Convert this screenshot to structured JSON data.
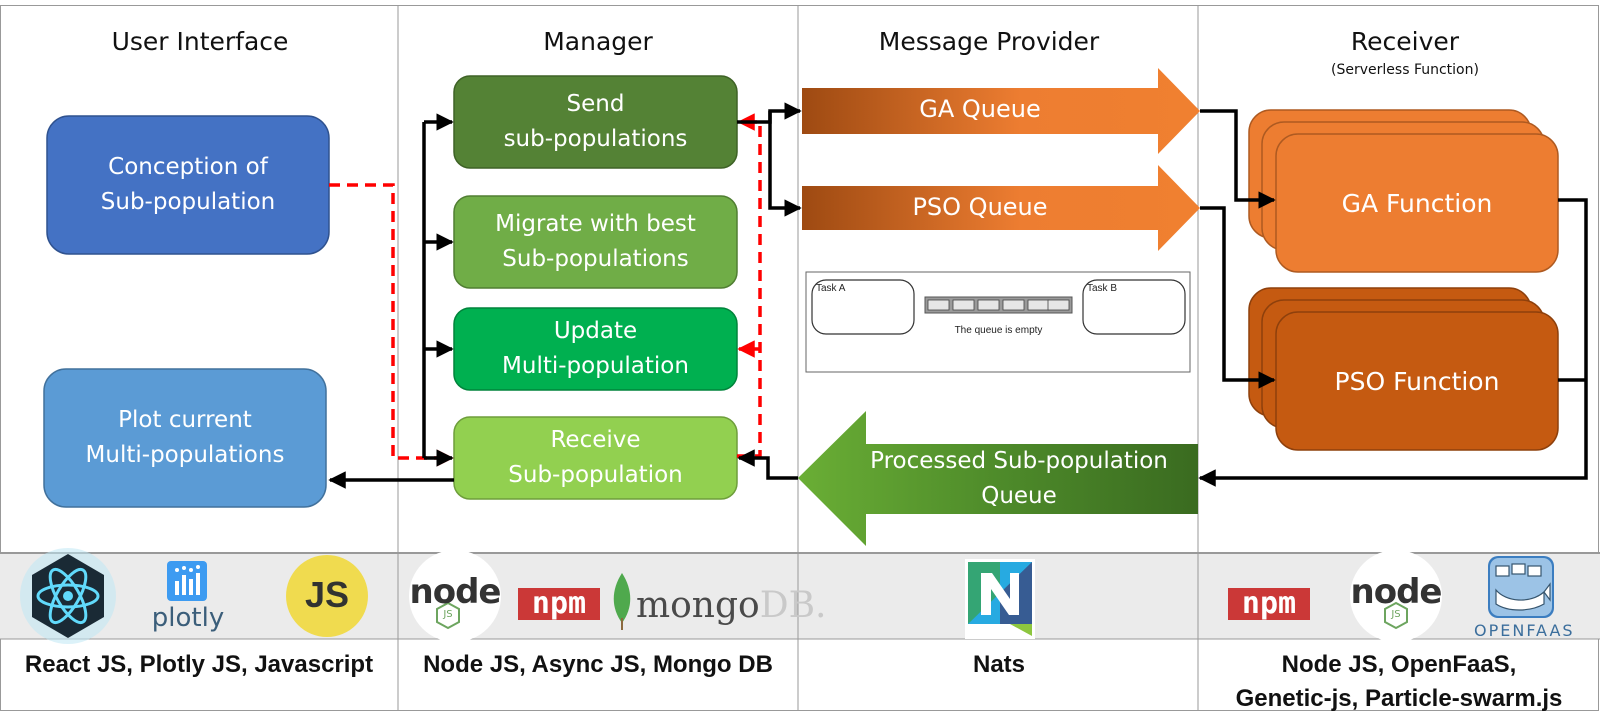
{
  "columns": {
    "user_interface": "User Interface",
    "manager": "Manager",
    "message_provider": "Message Provider",
    "receiver": "Receiver",
    "receiver_sub": "(Serverless Function)"
  },
  "user_interface": {
    "conception": "Conception of\nSub-population",
    "plot": "Plot current\nMulti-populations"
  },
  "manager": {
    "send": "Send\nsub-populations",
    "migrate": "Migrate with best\nSub-populations",
    "update": "Update\nMulti-population",
    "receive": "Receive\nSub-population"
  },
  "message_provider": {
    "ga_queue": "GA Queue",
    "pso_queue": "PSO Queue",
    "processed_queue": "Processed Sub-population\nQueue",
    "panel": {
      "task_a": "Task A",
      "task_b": "Task B",
      "status": "The queue is empty"
    }
  },
  "receiver": {
    "ga_function": "GA Function",
    "pso_function": "PSO Function"
  },
  "logos": {
    "js": "JS",
    "plotly": "plotly",
    "node": "node",
    "node_js": "JS",
    "npm": "npm",
    "mongo": "mongo",
    "mongo_db": "DB.",
    "openfaas": "OPENFAAS"
  },
  "tech": {
    "ui": "React JS, Plotly JS, Javascript",
    "manager": "Node JS, Async JS, Mongo DB",
    "provider": "Nats",
    "receiver": "Node JS, OpenFaaS,\nGenetic-js, Particle-swarm.js"
  },
  "colors": {
    "ui_dark_blue": "#4472C4",
    "ui_light_blue": "#5B9BD5",
    "send_green": "#548235",
    "migrate_green": "#70AD47",
    "update_green": "#00B050",
    "receive_green": "#92D050",
    "orange": "#ED7D31",
    "dark_orange": "#C55A11",
    "dashed_red": "#FF0000"
  }
}
